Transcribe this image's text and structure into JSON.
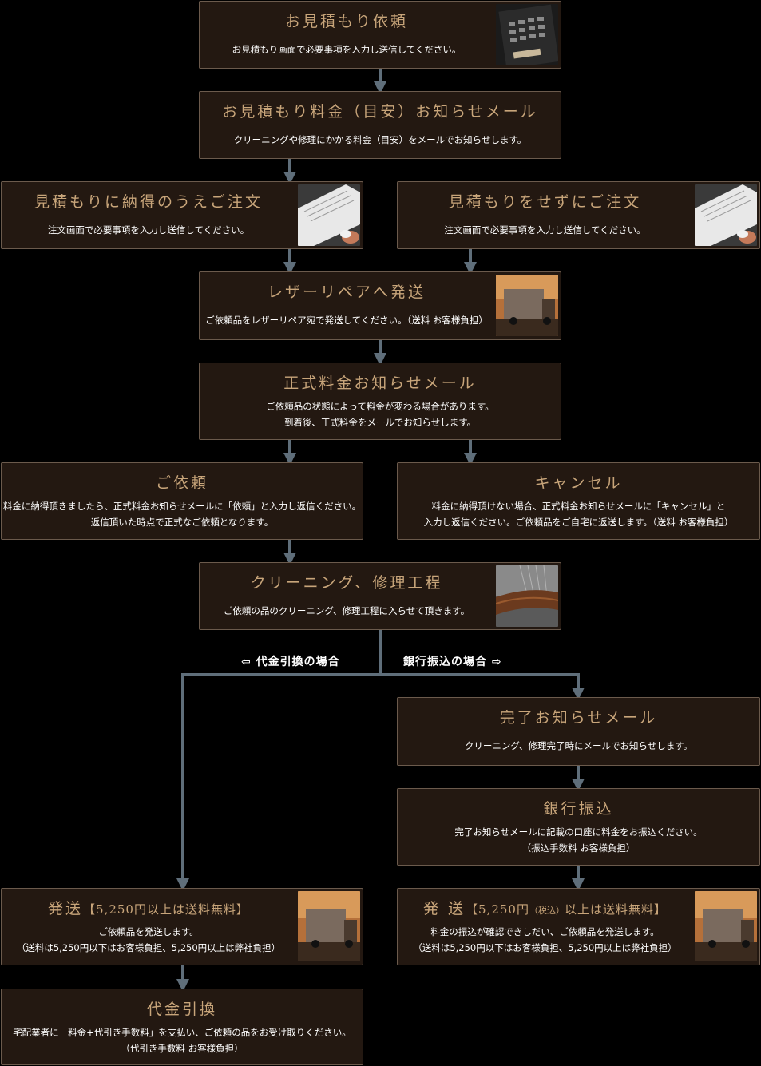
{
  "steps": {
    "estimate_request": {
      "title": "お見積もり依頼",
      "desc": "お見積もり画面で必要事項を入力し送信してください。"
    },
    "estimate_mail": {
      "title": "お見積もり料金（目安）お知らせメール",
      "desc": "クリーニングや修理にかかる料金（目安）をメールでお知らせします。"
    },
    "order_after_estimate": {
      "title": "見積もりに納得のうえご注文",
      "desc": "注文画面で必要事項を入力し送信してください。"
    },
    "order_without_estimate": {
      "title": "見積もりをせずにご注文",
      "desc": "注文画面で必要事項を入力し送信してください。"
    },
    "ship_to": {
      "title": "レザーリペアへ発送",
      "desc": "ご依頼品をレザーリペア宛で発送してください。（送料 お客様負担）"
    },
    "official_mail": {
      "title": "正式料金お知らせメール",
      "desc1": "ご依頼品の状態によって料金が変わる場合があります。",
      "desc2": "到着後、正式料金をメールでお知らせします。"
    },
    "request": {
      "title": "ご依頼",
      "desc1": "料金に納得頂きましたら、正式料金お知らせメールに「依頼」と入力し返信ください。",
      "desc2": "返信頂いた時点で正式なご依頼となります。"
    },
    "cancel": {
      "title": "キャンセル",
      "desc1": "料金に納得頂けない場合、正式料金お知らせメールに「キャンセル」と",
      "desc2": "入力し返信ください。ご依頼品をご自宅に返送します。（送料 お客様負担）"
    },
    "process": {
      "title": "クリーニング、修理工程",
      "desc": "ご依頼の品のクリーニング、修理工程に入らせて頂きます。"
    },
    "complete_mail": {
      "title": "完了お知らせメール",
      "desc": "クリーニング、修理完了時にメールでお知らせします。"
    },
    "bank_transfer": {
      "title": "銀行振込",
      "desc1": "完了お知らせメールに記載の口座に料金をお振込ください。",
      "desc2": "（振込手数料 お客様負担）"
    },
    "ship_cod": {
      "title_main": "発送",
      "title_sub": "【5,250円以上は送料無料】",
      "desc1": "ご依頼品を発送します。",
      "desc2": "（送料は5,250円以下はお客様負担、5,250円以上は弊社負担）"
    },
    "ship_bank": {
      "title_main": "発 送",
      "title_sub_a": "【5,250円",
      "title_tax": "（税込）",
      "title_sub_b": "以上は送料無料】",
      "desc1": "料金の振込が確認できしだい、ご依頼品を発送します。",
      "desc2": "（送料は5,250円以下はお客様負担、5,250円以上は弊社負担）"
    },
    "cod": {
      "title": "代金引換",
      "desc1": "宅配業者に「料金+代引き手数料」を支払い、ご依頼の品をお受け取りください。",
      "desc2": "（代引き手数料 お客様負担）"
    }
  },
  "branch": {
    "cod_label": "⇦ 代金引換の場合",
    "bank_label": "銀行振込の場合 ⇨"
  },
  "thumbnails": [
    "calculator-image",
    "laptop-image",
    "laptop-image",
    "truck-image",
    "leather-repair-image",
    "truck-image",
    "truck-image"
  ],
  "colors": {
    "box_bg": "#231811",
    "box_border": "#6b5a4c",
    "title": "#c8a57a",
    "connector": "#5f6e7a"
  }
}
